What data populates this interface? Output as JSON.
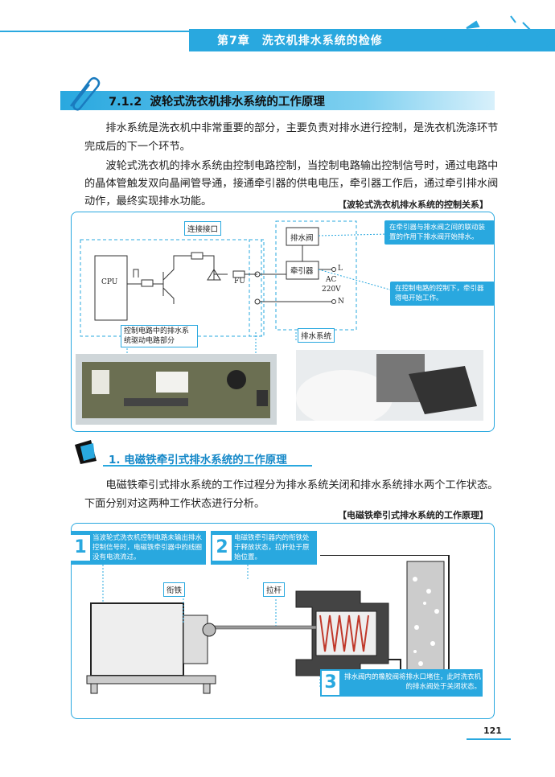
{
  "header": {
    "chapter_title": "第7章　洗衣机排水系统的检修"
  },
  "section": {
    "number": "7.1.2",
    "title": "波轮式洗衣机排水系统的工作原理",
    "paragraphs": [
      "排水系统是洗衣机中非常重要的部分，主要负责对排水进行控制，是洗衣机洗涤环节完成后的下一个环节。",
      "波轮式洗衣机的排水系统由控制电路控制，当控制电路输出控制信号时，通过电路中的晶体管触发双向晶闸管导通，接通牵引器的供电电压，牵引器工作后，通过牵引排水阀动作，最终实现排水功能。"
    ],
    "figure_caption": "【波轮式洗衣机排水系统的控制关系】"
  },
  "figure1": {
    "label_interface": "连接接口",
    "label_drain_valve": "排水阀",
    "label_tractor": "牵引器",
    "label_cpu": "CPU",
    "label_fu": "FU",
    "label_l": "L",
    "label_n": "N",
    "label_ac": "AC",
    "label_voltage": "220V",
    "note_top": "在牵引器与排水阀之间的联动装置的作用下排水阀开始排水。",
    "note_right": "在控制电路的控制下，牵引器得电开始工作。",
    "label_control_circuit": "控制电路中的排水系统驱动电路部分",
    "label_drain_system": "排水系统"
  },
  "subsection": {
    "number": "1.",
    "title": "电磁铁牵引式排水系统的工作原理",
    "paragraph": "电磁铁牵引式排水系统的工作过程分为排水系统关闭和排水系统排水两个工作状态。下面分别对这两种工作状态进行分析。",
    "figure_caption": "【电磁铁牵引式排水系统的工作原理】"
  },
  "figure2": {
    "step1_num": "1",
    "step1_text": "当波轮式洗衣机控制电路未输出排水控制信号时，电磁铁牵引器中的线圈没有电流流过。",
    "step2_num": "2",
    "step2_text": "电磁铁牵引器内的衔铁处于释放状态，拉杆处于原始位置。",
    "step3_num": "3",
    "step3_text": "排水阀内的橡胶阀将排水口堵住，此时洗衣机的排水阀处于关闭状态。",
    "label_armature": "衔铁",
    "label_rod": "拉杆"
  },
  "page_number": "121"
}
